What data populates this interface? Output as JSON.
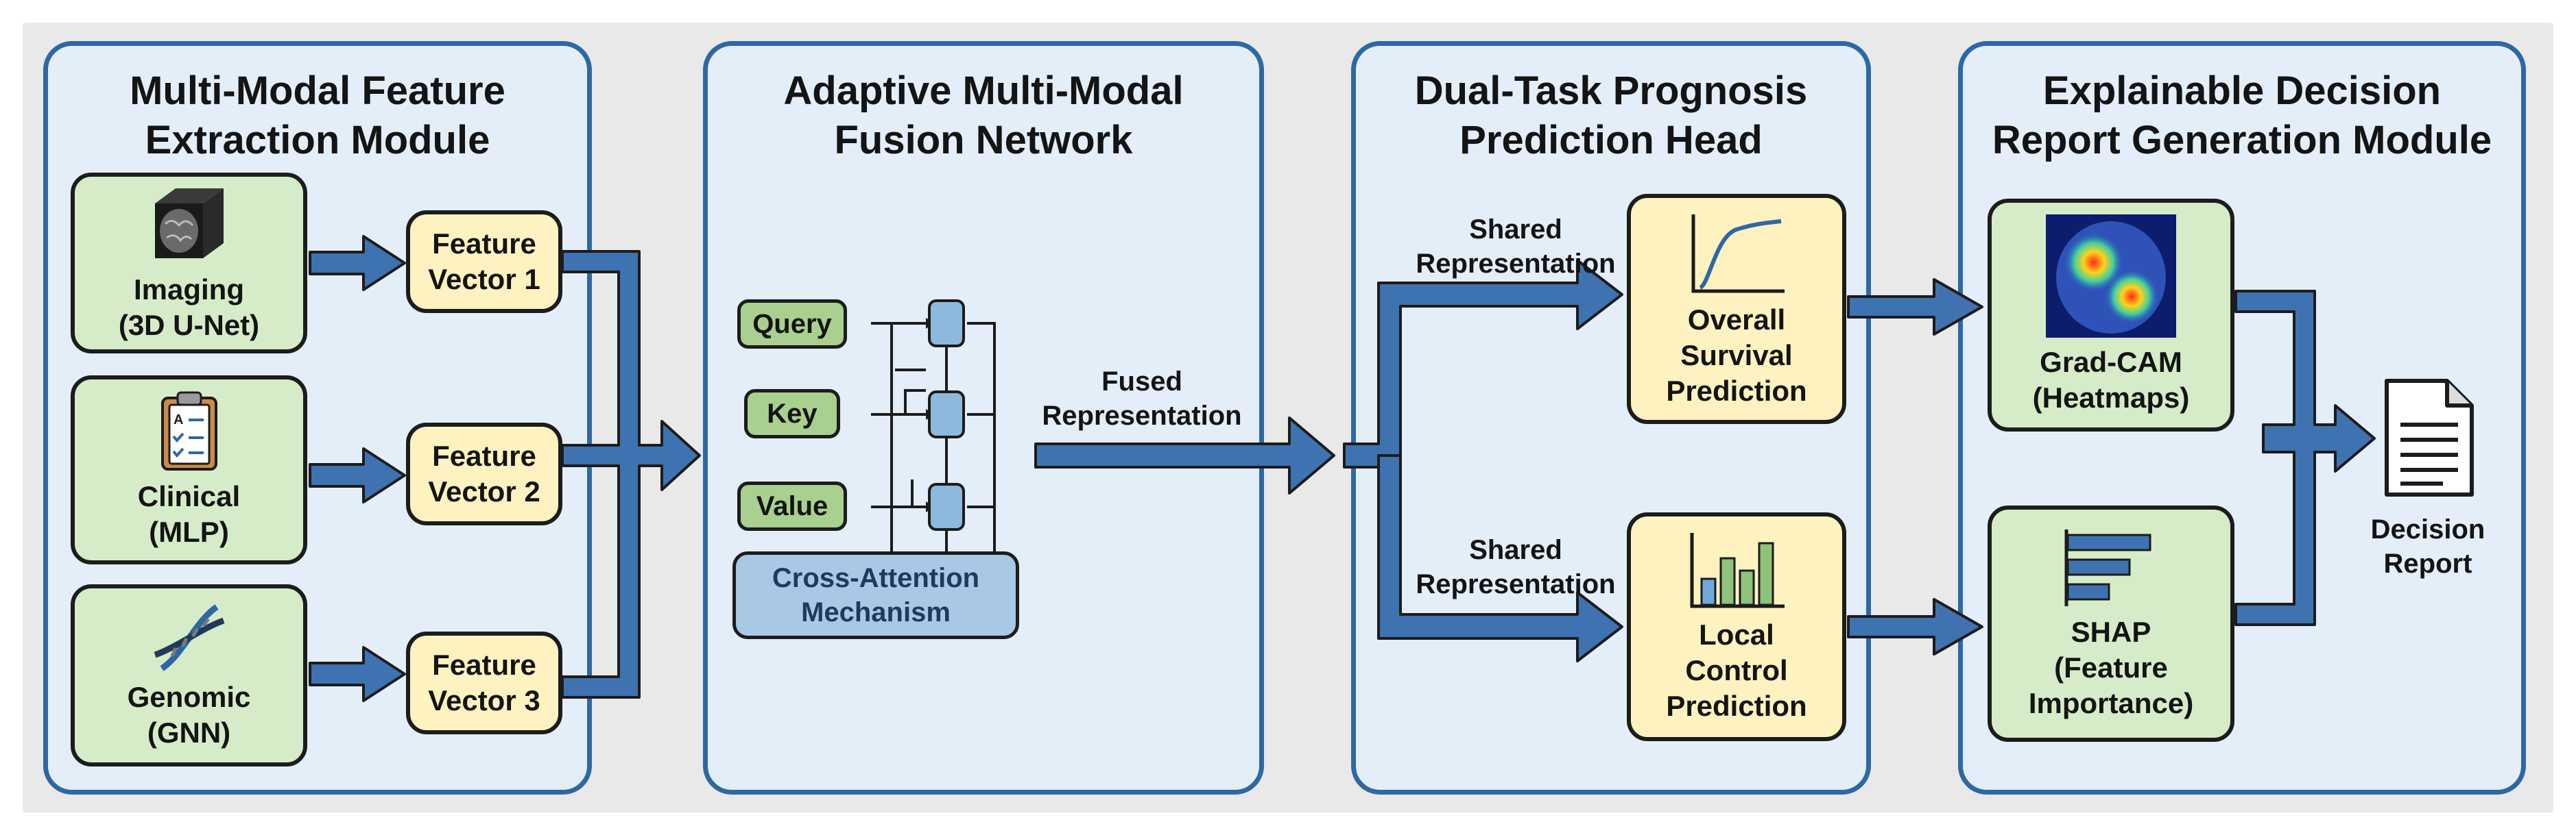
{
  "panels": {
    "extraction": {
      "title": "Multi-Modal Feature\nExtraction Module",
      "inputs": [
        {
          "label": "Imaging\n(3D U-Net)",
          "icon": "brain-mri-cube-icon"
        },
        {
          "label": "Clinical\n(MLP)",
          "icon": "clipboard-checklist-icon"
        },
        {
          "label": "Genomic\n(GNN)",
          "icon": "dna-helix-icon"
        }
      ],
      "features": [
        "Feature\nVector 1",
        "Feature\nVector 2",
        "Feature\nVector 3"
      ]
    },
    "fusion": {
      "title": "Adaptive Multi-Modal\nFusion Network",
      "query": "Query",
      "key": "Key",
      "value": "Value",
      "mechanism": "Cross-Attention\nMechanism",
      "output_label": "Fused\nRepresentation"
    },
    "prognosis": {
      "title": "Dual-Task Prognosis\nPrediction Head",
      "shared_label_top": "Shared\nRepresentation",
      "shared_label_bottom": "Shared\nRepresentation",
      "survival": "Overall\nSurvival\nPrediction",
      "local": "Local\nControl\nPrediction"
    },
    "report": {
      "title": "Explainable Decision\nReport Generation Module",
      "gradcam": "Grad-CAM\n(Heatmaps)",
      "shap": "SHAP\n(Feature\nImportance)",
      "decision": "Decision\nReport"
    }
  },
  "colors": {
    "panel_border": "#2e68a4",
    "panel_fill": "#e3eef8",
    "arrow": "#3f72b0",
    "input_box": "#d6ecc8",
    "feature_box": "#fdf2c0"
  }
}
